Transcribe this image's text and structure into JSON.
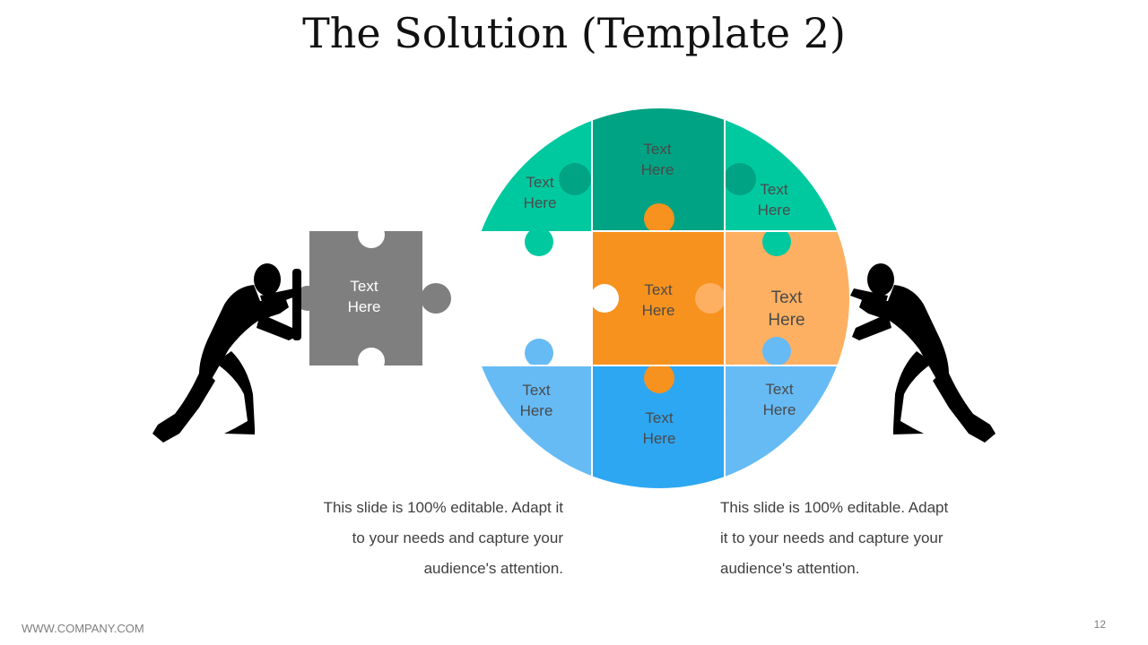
{
  "slide": {
    "title": "The Solution (Template 2)",
    "footer_url": "WWW.COMPANY.COM",
    "page_number": "12"
  },
  "pieces": {
    "top_left": {
      "line1": "Text",
      "line2": "Here"
    },
    "top_center": {
      "line1": "Text",
      "line2": "Here"
    },
    "top_right": {
      "line1": "Text",
      "line2": "Here"
    },
    "middle_center": {
      "line1": "Text",
      "line2": "Here"
    },
    "middle_right": {
      "line1": "Text",
      "line2": "Here"
    },
    "bottom_left": {
      "line1": "Text",
      "line2": "Here"
    },
    "bottom_center": {
      "line1": "Text",
      "line2": "Here"
    },
    "bottom_right": {
      "line1": "Text",
      "line2": "Here"
    },
    "detached": {
      "line1": "Text",
      "line2": "Here"
    }
  },
  "descriptions": {
    "left": {
      "line1": "This slide is 100% editable. Adapt it",
      "line2": "to your needs and capture your",
      "line3": "audience's attention."
    },
    "right": {
      "line1": "This slide is 100% editable. Adapt",
      "line2": "it to your needs and capture your",
      "line3": "audience's attention."
    }
  },
  "colors": {
    "teal_light": "#00C9A0",
    "teal_dark": "#00A383",
    "orange": "#F7921E",
    "orange_light": "#FDB062",
    "blue_light": "#66BBF5",
    "blue": "#2EA7F2",
    "gray": "#7F7F7F",
    "silhouette": "#000000"
  },
  "icons": {
    "left_figure": "man-pushing-silhouette-icon",
    "right_figure": "man-pushing-silhouette-icon"
  }
}
